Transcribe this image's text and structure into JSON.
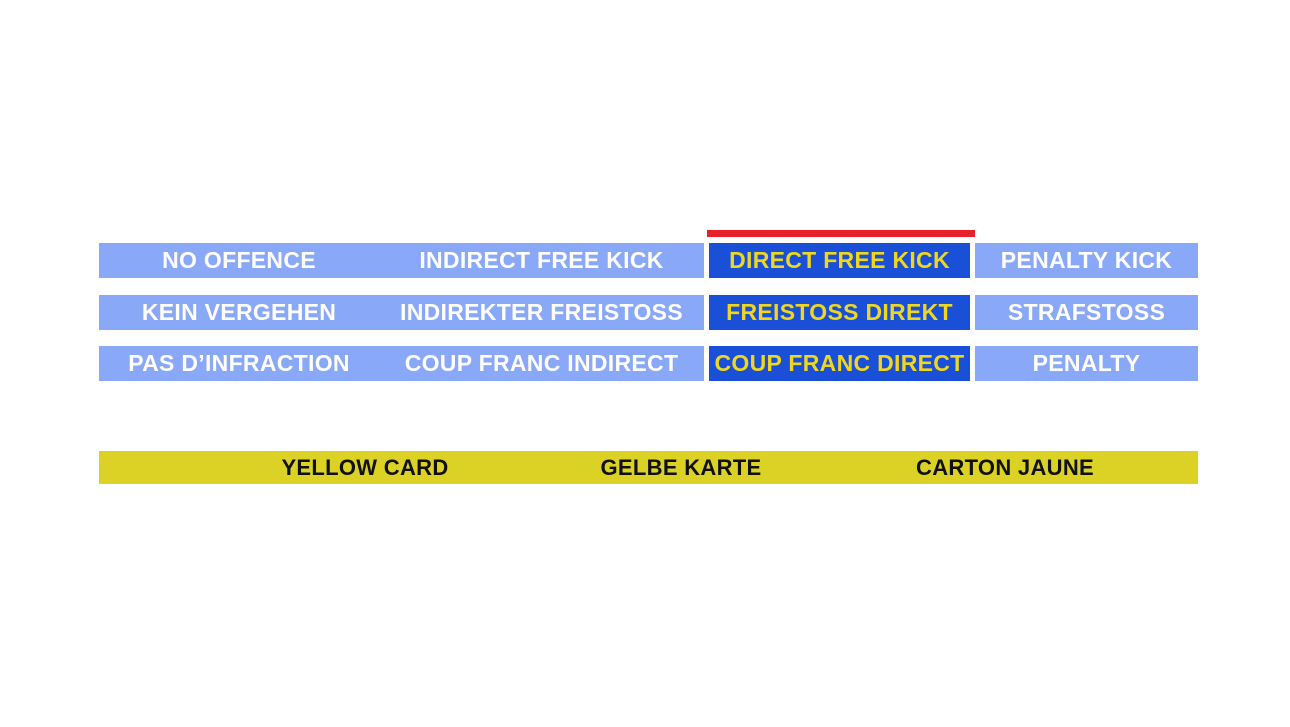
{
  "quiz": {
    "selected_column_index": 2,
    "selection_indicator_color": "#E8202A",
    "rows": [
      {
        "cells": [
          "NO OFFENCE",
          "INDIRECT FREE KICK",
          "DIRECT FREE KICK",
          "PENALTY KICK"
        ]
      },
      {
        "cells": [
          "KEIN VERGEHEN",
          "INDIREKTER FREISTOSS",
          "FREISTOSS DIREKT",
          "STRAFSTOSS"
        ]
      },
      {
        "cells": [
          "PAS D’INFRACTION",
          "COUP FRANC INDIRECT",
          "COUP FRANC DIRECT",
          "PENALTY"
        ]
      }
    ],
    "colors": {
      "option_background": "#8AA8F8",
      "option_text": "#FFFFFF",
      "selected_background": "#1A50D8",
      "selected_text": "#EFD71F"
    }
  },
  "card_banner": {
    "labels": [
      "YELLOW CARD",
      "GELBE KARTE",
      "CARTON JAUNE"
    ],
    "background": "#DCD226",
    "text_color": "#111111"
  }
}
